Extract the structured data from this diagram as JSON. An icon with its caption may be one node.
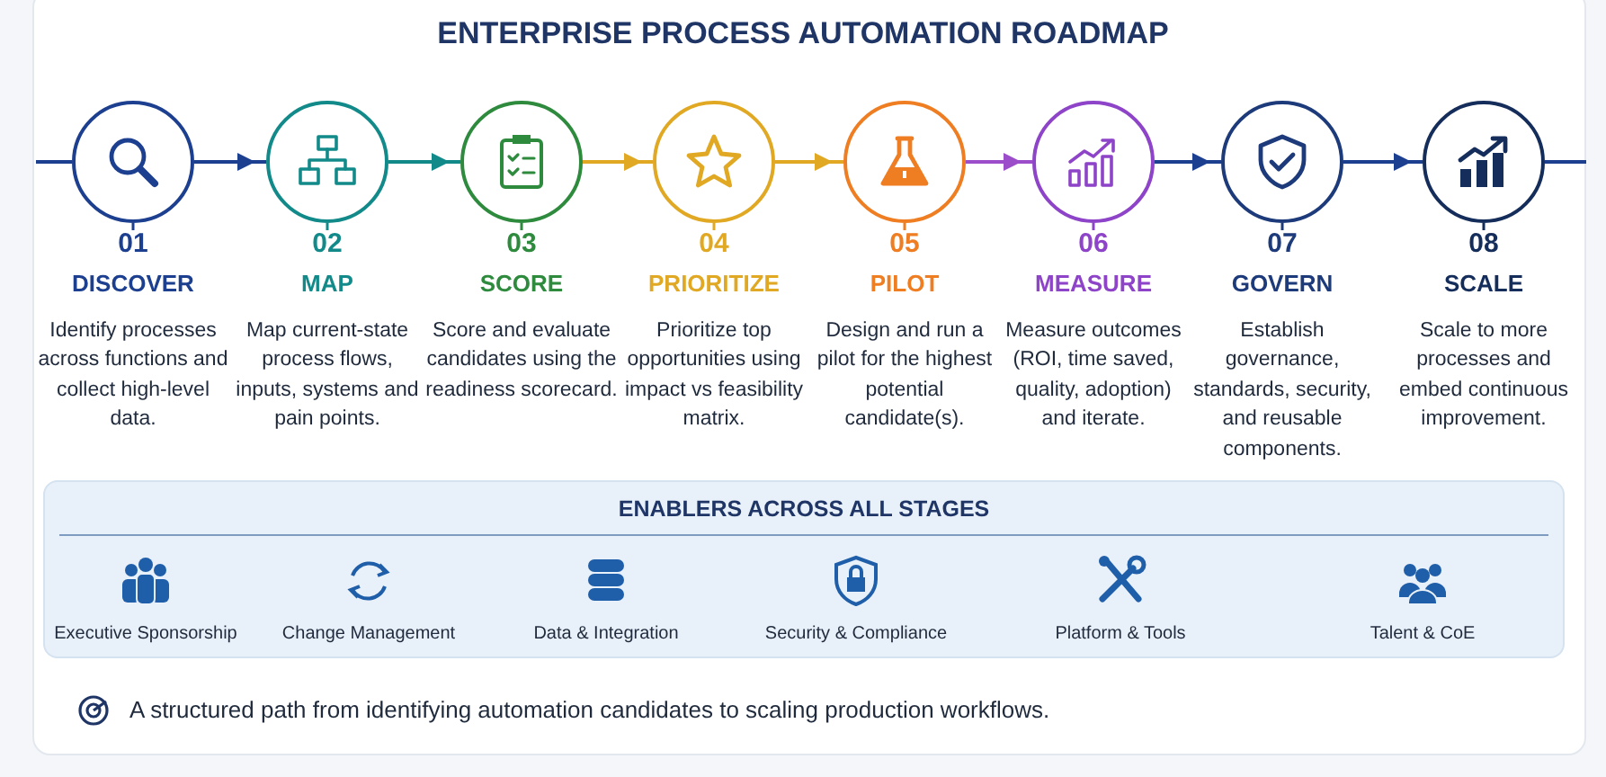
{
  "diagram": {
    "title": "ENTERPRISE PROCESS AUTOMATION ROADMAP",
    "caption": "A structured path from identifying automation candidates to scaling production workflows.",
    "nodes": [
      {
        "text": [],
        "shape": "circle",
        "beside": [
          "01",
          "DISCOVER",
          "Identify processes across functions and collect high-level data."
        ]
      },
      {
        "text": [],
        "shape": "circle",
        "beside": [
          "02",
          "MAP",
          "Map current-state process flows, inputs, systems and pain points."
        ]
      },
      {
        "text": [],
        "shape": "circle",
        "beside": [
          "03",
          "SCORE",
          "Score and evaluate candidates using the readiness scorecard."
        ]
      },
      {
        "text": [],
        "shape": "circle",
        "beside": [
          "04",
          "PRIORITIZE",
          "Prioritize top opportunities using impact vs feasibility matrix."
        ]
      },
      {
        "text": [],
        "shape": "circle",
        "beside": [
          "05",
          "PILOT",
          "Design and run a pilot for the highest potential candidate(s)."
        ]
      },
      {
        "text": [],
        "shape": "circle",
        "beside": [
          "06",
          "MEASURE",
          "Measure outcomes (ROI, time saved, quality, adoption) and iterate."
        ]
      },
      {
        "text": [],
        "shape": "circle",
        "beside": [
          "07",
          "GOVERN",
          "Establish governance, standards, security, and reusable components."
        ]
      },
      {
        "text": [],
        "shape": "circle",
        "beside": [
          "08",
          "SCALE",
          "Scale to more processes and embed continuous improvement."
        ]
      },
      {
        "text": [
          "ENABLERS ACROSS ALL STAGES",
          "Executive Sponsorship",
          "Change Management",
          "Data & Integration",
          "Security & Compliance",
          "Platform & Tools",
          "Talent & CoE"
        ]
      }
    ],
    "edges": [
      {
        "from": null,
        "to": 0,
        "arrow": "none"
      },
      {
        "from": 0,
        "to": 1,
        "arrow": "to"
      },
      {
        "from": 1,
        "to": 2,
        "arrow": "to",
        "color": "#138a8a"
      },
      {
        "from": 2,
        "to": 3,
        "arrow": "to",
        "color": "#e0a823"
      },
      {
        "from": 3,
        "to": 4,
        "arrow": "to",
        "color": "#e0a823"
      },
      {
        "from": 4,
        "to": 5,
        "arrow": "to",
        "color": "#9b4dca"
      },
      {
        "from": 5,
        "to": 6,
        "arrow": "to"
      },
      {
        "from": 6,
        "to": 7,
        "arrow": "to"
      },
      {
        "from": 7,
        "to": null,
        "arrow": "none"
      }
    ]
  }
}
